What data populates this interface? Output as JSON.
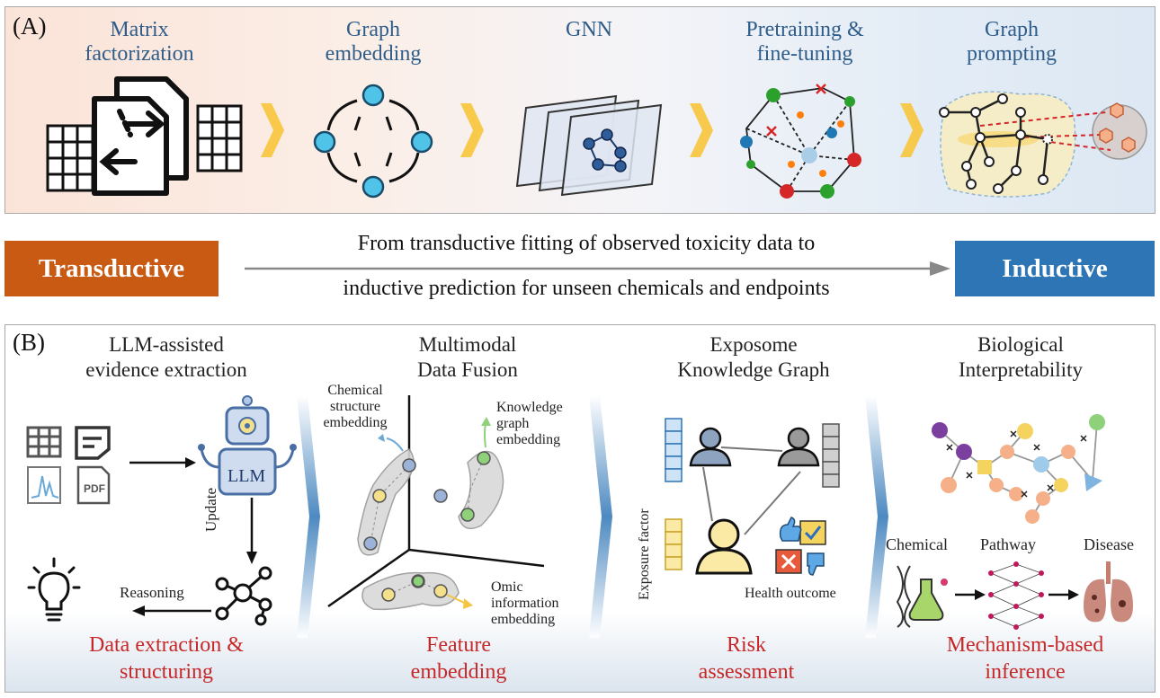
{
  "panel_a": {
    "letter": "(A)",
    "stages": [
      {
        "line1": "Matrix",
        "line2": "factorization"
      },
      {
        "line1": "Graph",
        "line2": "embedding"
      },
      {
        "line1": "GNN",
        "line2": ""
      },
      {
        "line1": "Pretraining &",
        "line2": "fine-tuning"
      },
      {
        "line1": "Graph",
        "line2": "prompting"
      }
    ]
  },
  "transition": {
    "left_label": "Transductive",
    "right_label": "Inductive",
    "caption_line1": "From transductive fitting of observed toxicity data to",
    "caption_line2": "inductive prediction for unseen chemicals and endpoints"
  },
  "panel_b": {
    "letter": "(B)",
    "sections": [
      {
        "title_line1": "LLM-assisted",
        "title_line2": "evidence extraction",
        "result_line1": "Data extraction &",
        "result_line2": "structuring"
      },
      {
        "title_line1": "Multimodal",
        "title_line2": "Data Fusion",
        "result_line1": "Feature",
        "result_line2": "embedding"
      },
      {
        "title_line1": "Exposome",
        "title_line2": "Knowledge Graph",
        "result_line1": "Risk",
        "result_line2": "assessment"
      },
      {
        "title_line1": "Biological",
        "title_line2": "Interpretability",
        "result_line1": "Mechanism-based",
        "result_line2": "inference"
      }
    ],
    "llm": {
      "robot_label": "LLM",
      "pdf_label": "PDF",
      "update_label": "Update",
      "reasoning_label": "Reasoning"
    },
    "fusion": {
      "chemical_line1": "Chemical",
      "chemical_line2": "structure",
      "chemical_line3": "embedding",
      "knowledge_line1": "Knowledge",
      "knowledge_line2": "graph",
      "knowledge_line3": "embedding",
      "omic_line1": "Omic",
      "omic_line2": "information",
      "omic_line3": "embedding"
    },
    "exposome": {
      "exposure_factor": "Exposure factor",
      "health_outcome": "Health outcome"
    },
    "bio": {
      "chemical": "Chemical",
      "pathway": "Pathway",
      "disease": "Disease"
    }
  },
  "colors": {
    "transductive": "#c85a14",
    "inductive": "#2e75b6",
    "stage_title_a": "#2f5d8a",
    "result_red": "#c62828",
    "arrow_yellow": "#f7c53a",
    "node_cyan": "#4fc3e8"
  }
}
